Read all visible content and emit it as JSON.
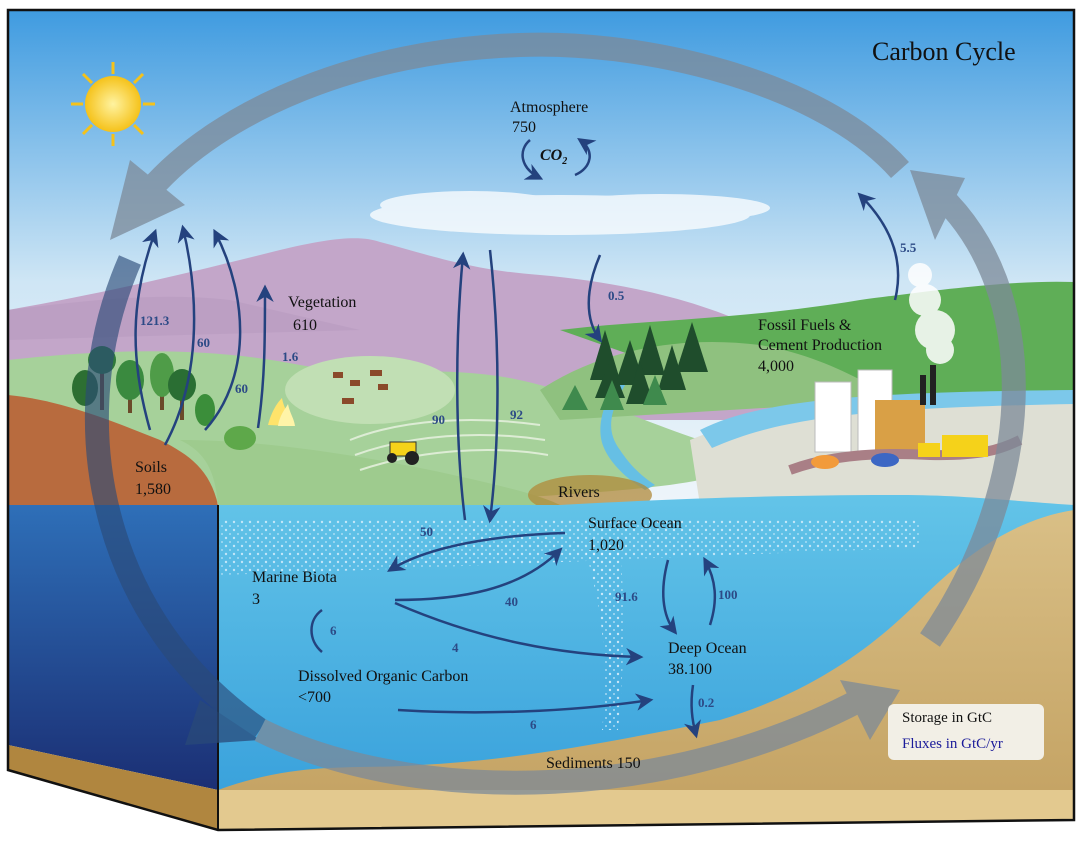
{
  "title": "Carbon Cycle",
  "atmosphere": {
    "label": "Atmosphere",
    "value": "750",
    "gas": "CO",
    "gas_sub": "2"
  },
  "vegetation": {
    "label": "Vegetation",
    "value": "610"
  },
  "soils": {
    "label": "Soils",
    "value": "1,580"
  },
  "fossil": {
    "line1": "Fossil Fuels &",
    "line2": "Cement Production",
    "value": "4,000"
  },
  "rivers": {
    "label": "Rivers"
  },
  "surface_ocean": {
    "label": "Surface Ocean",
    "value": "1,020"
  },
  "marine_biota": {
    "label": "Marine Biota",
    "value": "3"
  },
  "doc": {
    "label": "Dissolved Organic Carbon",
    "value": "<700"
  },
  "deep_ocean": {
    "label": "Deep Ocean",
    "value": "38.100"
  },
  "sediments": {
    "label": "Sediments 150"
  },
  "fluxes": {
    "soil_to_atm": "121.3",
    "atm_to_veg_a": "60",
    "veg_to_atm": "60",
    "veg_flux": "1.6",
    "ocean_up": "90",
    "ocean_down": "92",
    "river_flux": "0.5",
    "fossil_flux": "5.5",
    "surface_to_biota": "50",
    "biota_to_surface": "40",
    "biota_doc": "6",
    "biota_to_deep": "4",
    "surface_to_deep": "91.6",
    "deep_to_surface": "100",
    "doc_to_deep": "6",
    "deep_to_sed": "0.2"
  },
  "legend": {
    "storage": "Storage in GtC",
    "fluxes": "Fluxes in GtC/yr"
  },
  "colors": {
    "flux_arrow": "#24427e",
    "flux_text": "#2c4a86",
    "legend_flux": "#1b1b9a",
    "big_cycle": "#7d8a99"
  }
}
